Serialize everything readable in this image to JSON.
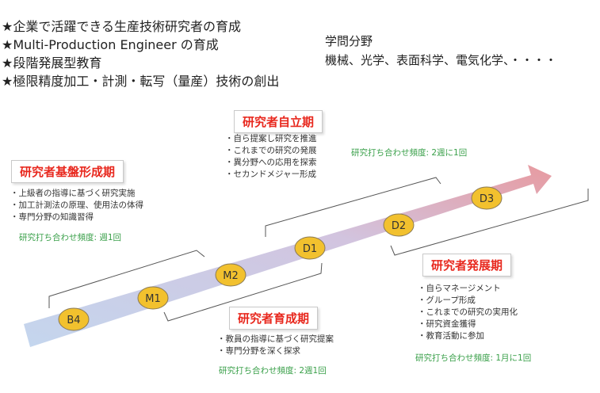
{
  "bullets": [
    "★企業で活躍できる生産技術研究者の育成",
    "★Multi-Production Engineer の育成",
    "★段階発展型教育",
    "★極限精度加工・計測・転写（量産）技術の創出"
  ],
  "fields": {
    "heading": "学問分野",
    "list": "機械、光学、表面科学、電気化学、・・・・"
  },
  "stages": {
    "kiban": {
      "title": "研究者基盤形成期",
      "items": [
        "・上級者の指導に基づく研究実施",
        "・加工計測法の原理、使用法の体得",
        "・専門分野の知識習得"
      ],
      "freq": "研究打ち合わせ頻度: 週1回"
    },
    "ikusei": {
      "title": "研究者育成期",
      "items": [
        "・教員の指導に基づく研究提案",
        "・専門分野を深く探求"
      ],
      "freq": "研究打ち合わせ頻度: 2週1回"
    },
    "jiritsu": {
      "title": "研究者自立期",
      "items": [
        "・自ら提案し研究を推進",
        "・これまでの研究の発展",
        "・異分野への応用を探索",
        "・セカンドメジャー形成"
      ],
      "freq": "研究打ち合わせ頻度: 2週に1回"
    },
    "hatten": {
      "title": "研究者発展期",
      "items": [
        "・自らマネージメント",
        "・グループ形成",
        "・これまでの研究の実用化",
        "・研究資金獲得",
        "・教育活動に参加"
      ],
      "freq": "研究打ち合わせ頻度: 1月に1回"
    }
  },
  "nodes": [
    "B4",
    "M1",
    "M2",
    "D1",
    "D2",
    "D3"
  ],
  "colors": {
    "node_fill": "#f2c12e",
    "title_text": "#e8281e",
    "freq_text": "#3aa04a",
    "arrow_start": "#c4d6ee",
    "arrow_end": "#e79aa0"
  }
}
